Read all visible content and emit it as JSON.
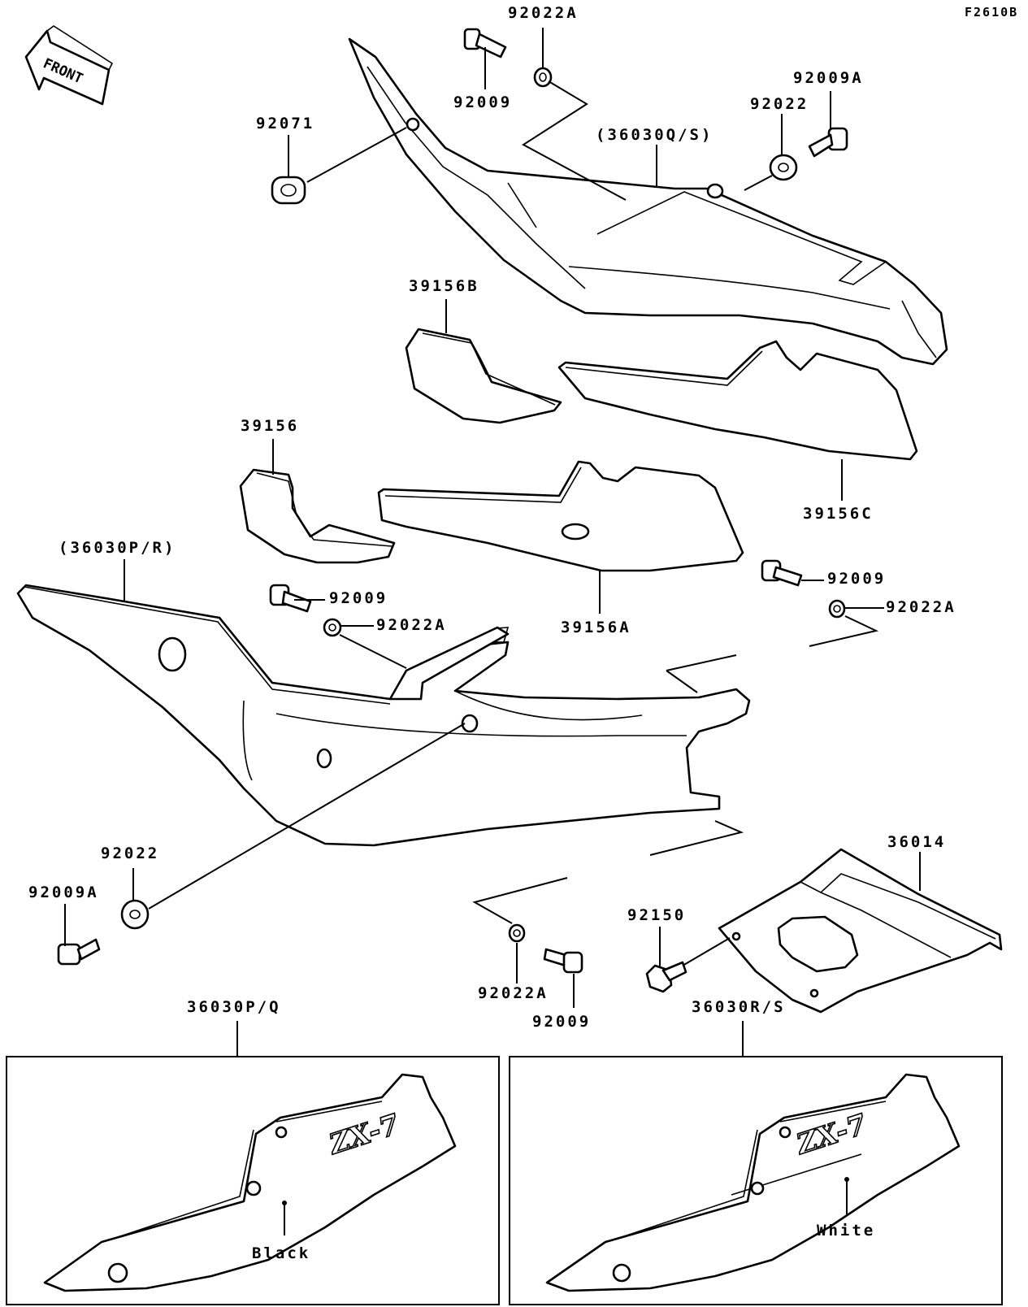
{
  "figure_id": "F2610B",
  "front_label": "FRONT",
  "labels": {
    "washer_92022A_top": "92022A",
    "bolt_92009_top": "92009",
    "washer_92022_top": "92022",
    "bolt_92009A_top": "92009A",
    "grommet_92071": "92071",
    "cover_36030QS": "(36030Q/S)",
    "pad_39156B": "39156B",
    "pad_39156": "39156",
    "pad_39156C": "39156C",
    "pad_39156A": "39156A",
    "cover_36030PR": "(36030P/R)",
    "bolt_92009_mid_left": "92009",
    "washer_92022A_mid_left": "92022A",
    "bolt_92009_mid_right": "92009",
    "washer_92022A_mid_right": "92022A",
    "washer_92022_bottom": "92022",
    "bolt_92009A_bottom": "92009A",
    "bracket_36014": "36014",
    "bolt_92150": "92150",
    "washer_92022A_bottom": "92022A",
    "bolt_92009_bottom": "92009",
    "variant_36030PQ": "36030P/Q",
    "variant_36030RS": "36030R/S"
  },
  "logos": {
    "left": "ZX-7",
    "right": "ZX-7"
  },
  "color_notes": {
    "left": "Black",
    "right": "White"
  }
}
